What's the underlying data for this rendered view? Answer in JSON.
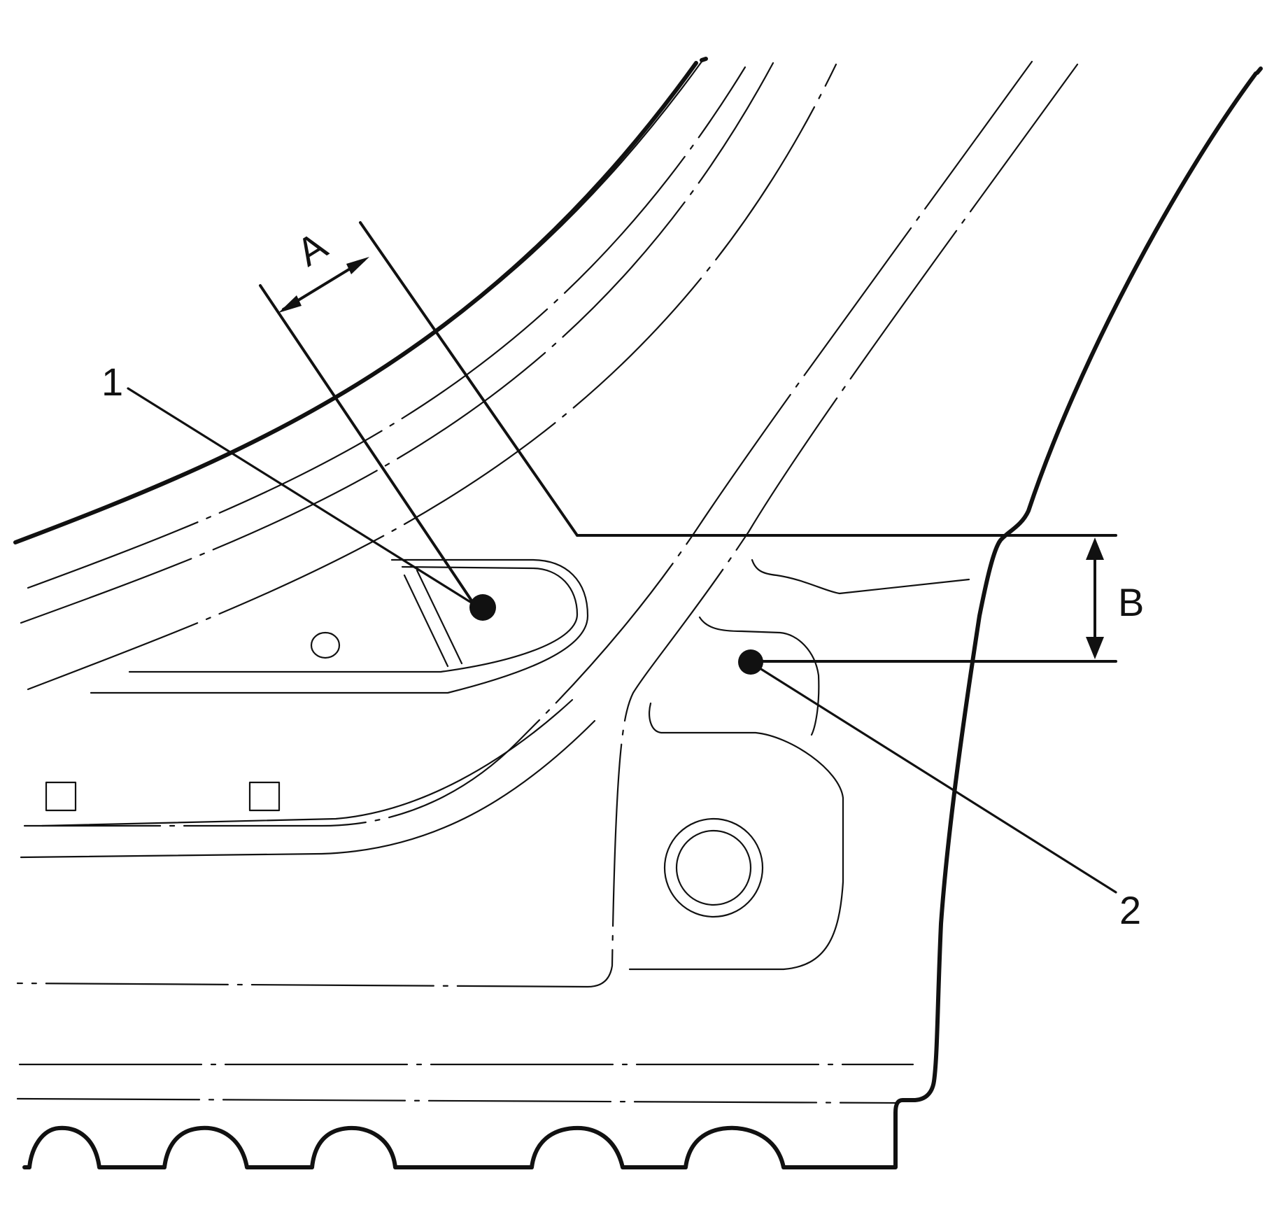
{
  "callouts": [
    {
      "id": "1",
      "text": "1"
    },
    {
      "id": "2",
      "text": "2"
    }
  ],
  "dimensions": [
    {
      "id": "A",
      "text": "A"
    },
    {
      "id": "B",
      "text": "B"
    }
  ]
}
